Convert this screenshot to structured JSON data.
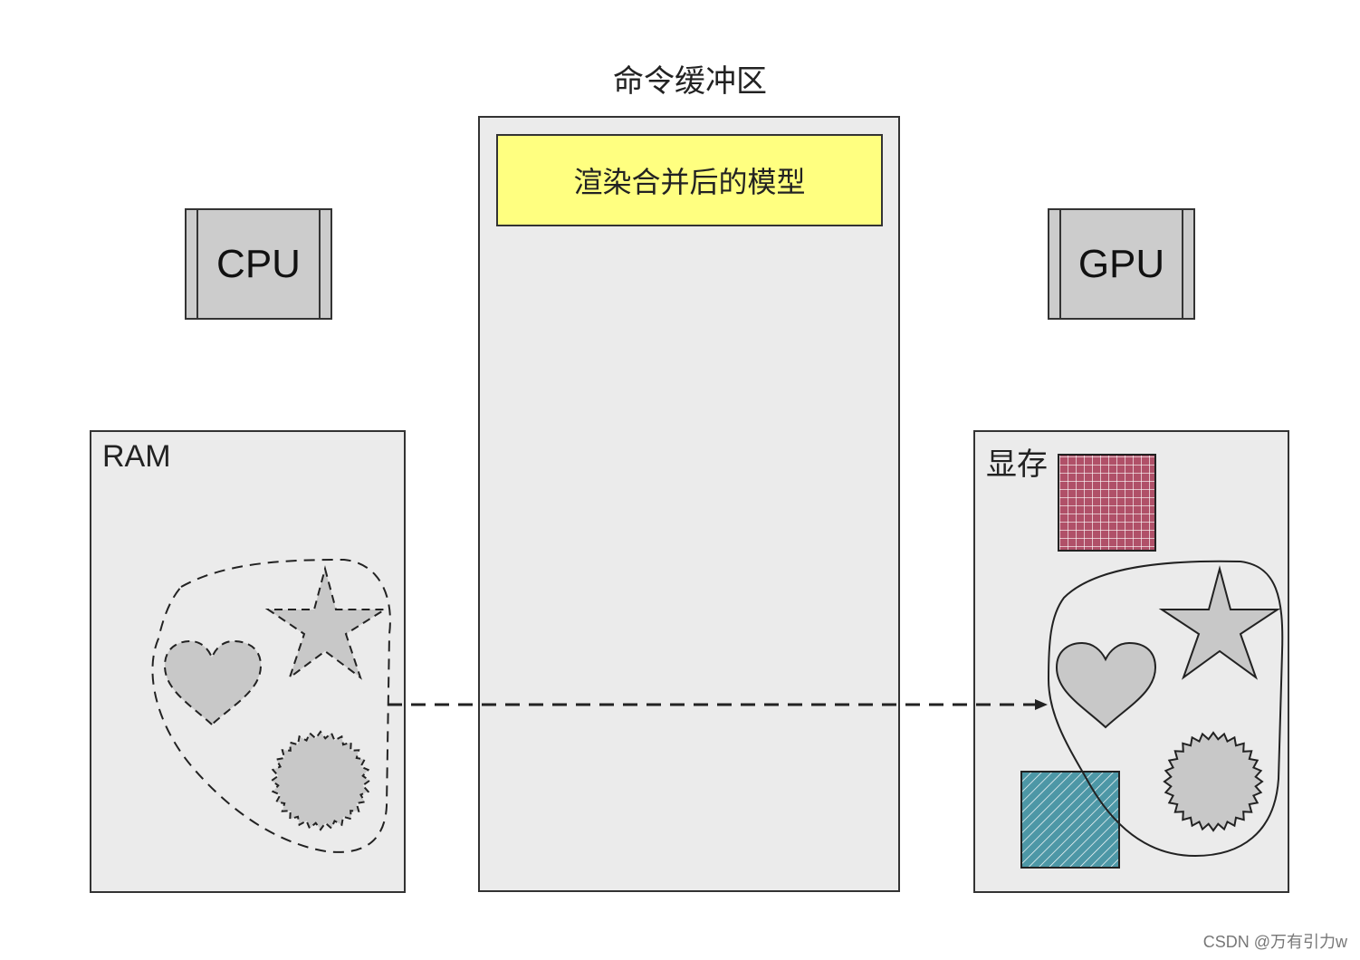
{
  "command_buffer": {
    "title": "命令缓冲区",
    "model_label": "渲染合并后的模型"
  },
  "cpu": {
    "label": "CPU"
  },
  "gpu": {
    "label": "GPU"
  },
  "ram": {
    "label": "RAM"
  },
  "vram": {
    "label": "显存"
  },
  "watermark": "CSDN @万有引力w",
  "colors": {
    "panel": "#ebebeb",
    "model_fill": "#ffff80",
    "chip_fill": "#cccccc",
    "shape_fill": "#c8c8c8",
    "red_texture": "#b05068",
    "teal_texture": "#4d97a6"
  }
}
